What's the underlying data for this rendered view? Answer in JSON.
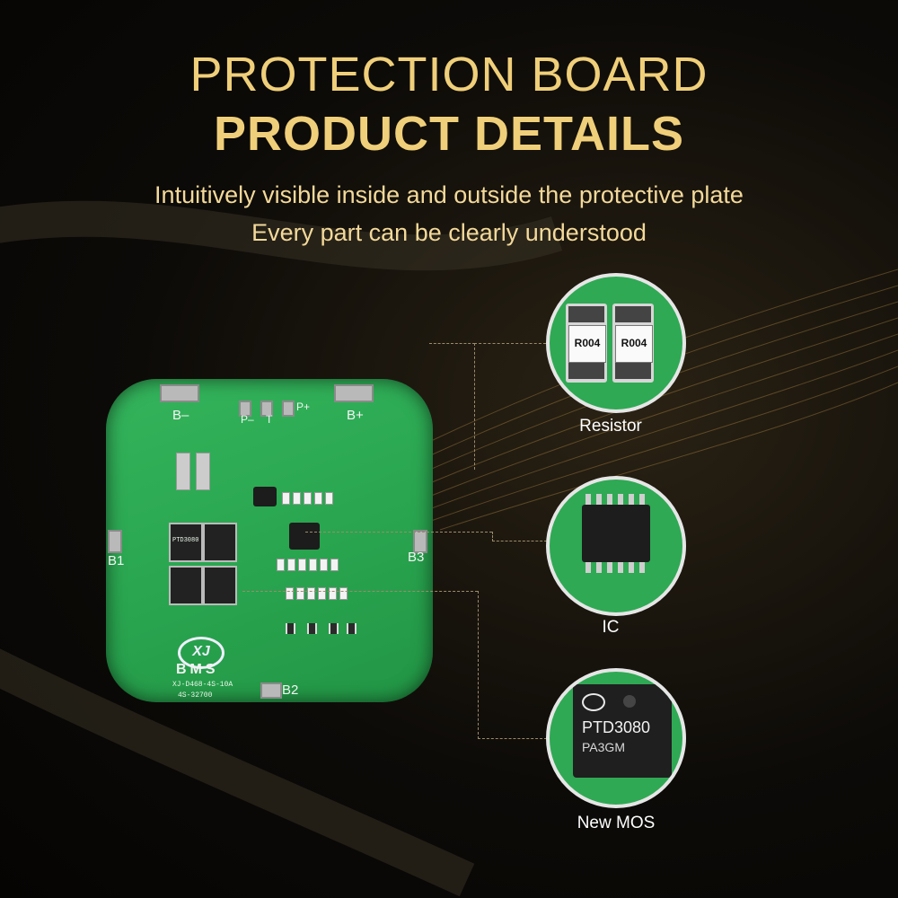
{
  "header": {
    "title_line1": "PROTECTION BOARD",
    "title_line2": "PRODUCT DETAILS",
    "subtitle_line1": "Intuitively visible inside and outside the protective plate",
    "subtitle_line2": "Every part can be clearly understood"
  },
  "board": {
    "terminals": {
      "b_minus": "B–",
      "b_plus": "B+",
      "p_minus": "P–",
      "t": "T",
      "p_plus": "P+",
      "b1": "B1",
      "b2": "B2",
      "b3": "B3"
    },
    "brand": "BMS",
    "logo_text": "XJ",
    "model": "XJ-D468-4S-10A",
    "series": "4S-32700",
    "mos_marking": "PTD3080"
  },
  "callouts": [
    {
      "caption": "Resistor",
      "marking": "R004"
    },
    {
      "caption": "IC"
    },
    {
      "caption": "New MOS",
      "marking_line1": "PTD3080",
      "marking_line2": "PA3GM"
    }
  ],
  "colors": {
    "gold": "#f0cf7a",
    "pcb_green": "#2aa650",
    "background": "#0d0b08"
  }
}
